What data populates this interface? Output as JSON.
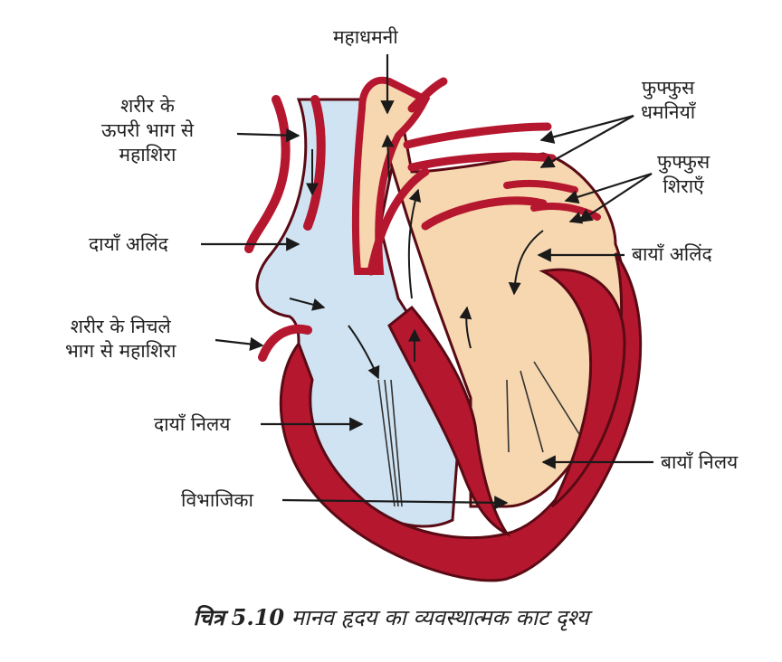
{
  "labels": {
    "aorta": "महाधमनी",
    "pulmonary_arteries": [
      "फुफ्फुस",
      "धमनियाँ"
    ],
    "superior_vena_cava": [
      "शरीर के",
      "ऊपरी भाग से",
      "महाशिरा"
    ],
    "pulmonary_veins": [
      "फुफ्फुस",
      "शिराएँ"
    ],
    "right_atrium": "दायाँ अलिंद",
    "left_atrium": "बायाँ अलिंद",
    "inferior_vena_cava": [
      "शरीर के निचले",
      "भाग से महाशिरा"
    ],
    "right_ventricle": "दायाँ निलय",
    "left_ventricle": "बायाँ निलय",
    "septum": "विभाजिका"
  },
  "caption": {
    "prefix": "चित्र",
    "number": "5.10",
    "text": "मानव हृदय का व्यवस्थात्मक काट दृश्य"
  },
  "colors": {
    "muscle": "#b5172f",
    "deoxygenated": "#cfe3f2",
    "oxygenated": "#f7d7b0",
    "outline": "#5a0a14",
    "arrow": "#1a1a1a"
  }
}
